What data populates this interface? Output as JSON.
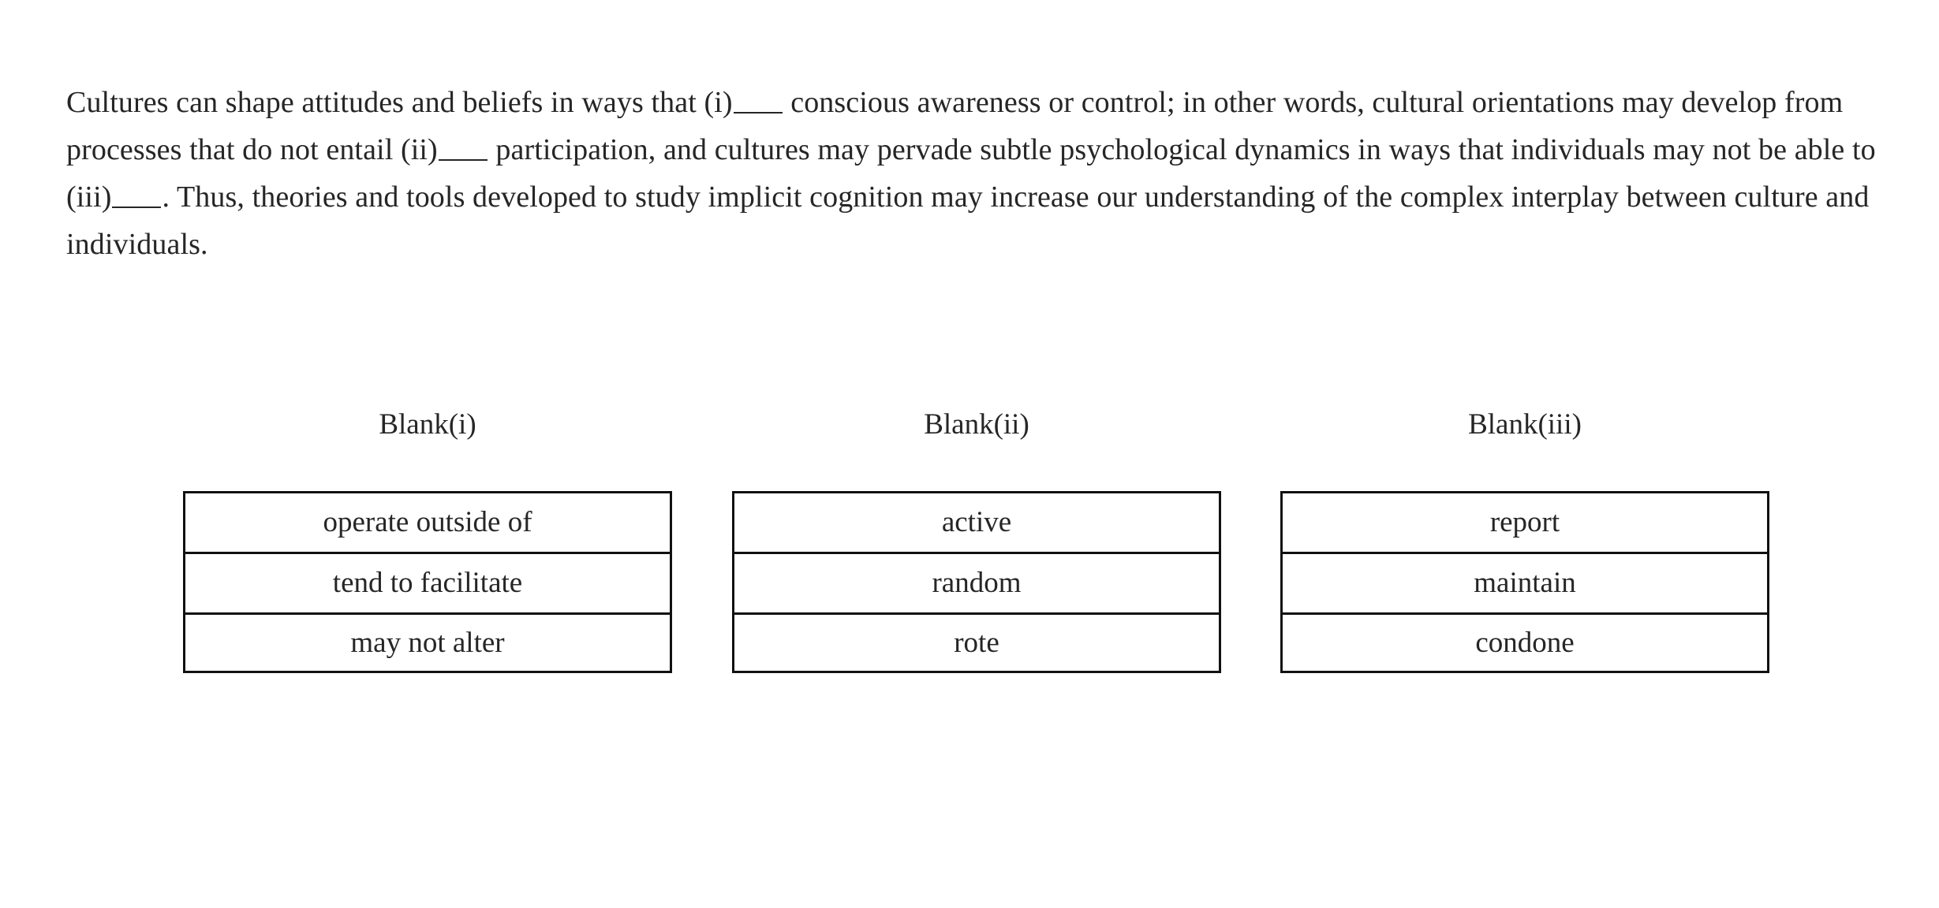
{
  "passage": {
    "segment_1": "Cultures can shape attitudes and beliefs in ways that (i)",
    "segment_2": " conscious awareness or control; in other words, cultural orientations may develop from processes that do not entail (ii)",
    "segment_3": " participation, and cultures may pervade subtle psychological dynamics in ways that individuals may not be able to (iii)",
    "segment_4": ". Thus, theories and tools developed to study implicit cognition may increase our understanding of the complex interplay between culture and individuals."
  },
  "columns": [
    {
      "heading": "Blank(i)",
      "options": [
        {
          "label": "operate outside of"
        },
        {
          "label": "tend to facilitate"
        },
        {
          "label": "may not alter"
        }
      ]
    },
    {
      "heading": "Blank(ii)",
      "options": [
        {
          "label": "active"
        },
        {
          "label": "random"
        },
        {
          "label": "rote"
        }
      ]
    },
    {
      "heading": "Blank(iii)",
      "options": [
        {
          "label": "report"
        },
        {
          "label": "maintain"
        },
        {
          "label": "condone"
        }
      ]
    }
  ],
  "colors": {
    "page_background": "#ffffff",
    "text": "#262626",
    "box_border": "#111111"
  }
}
